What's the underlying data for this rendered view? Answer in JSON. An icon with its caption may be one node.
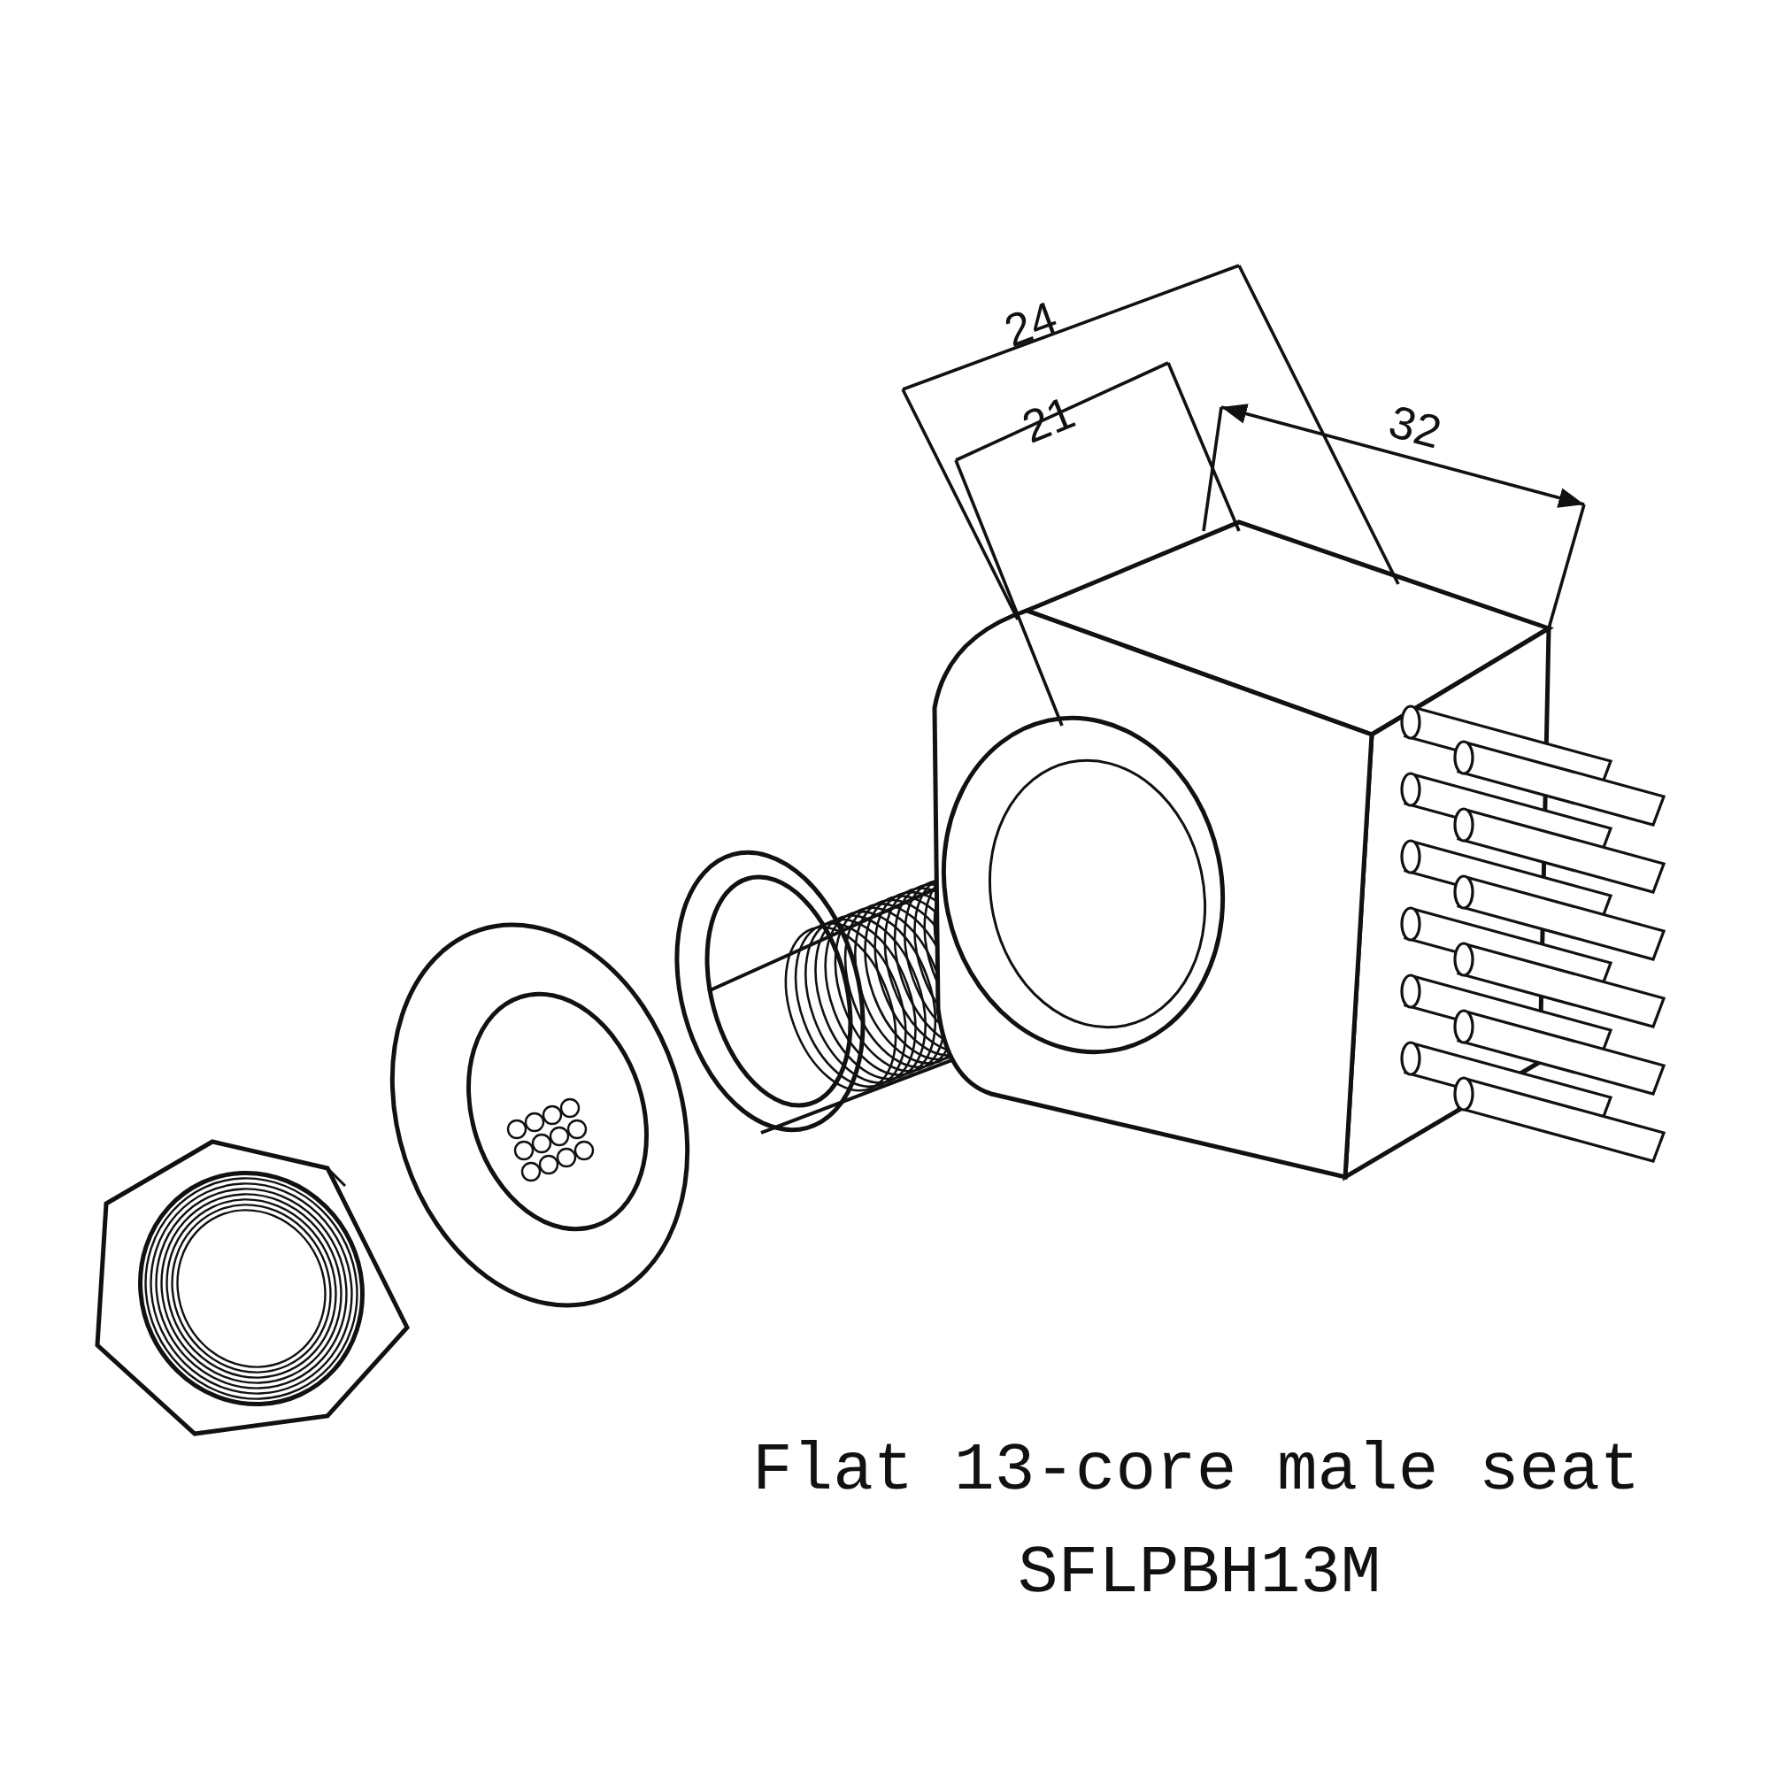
{
  "diagram": {
    "labels": [
      "24",
      "21",
      "32",
      "Flat 13-core male seat",
      "SFLPBH13M"
    ]
  }
}
